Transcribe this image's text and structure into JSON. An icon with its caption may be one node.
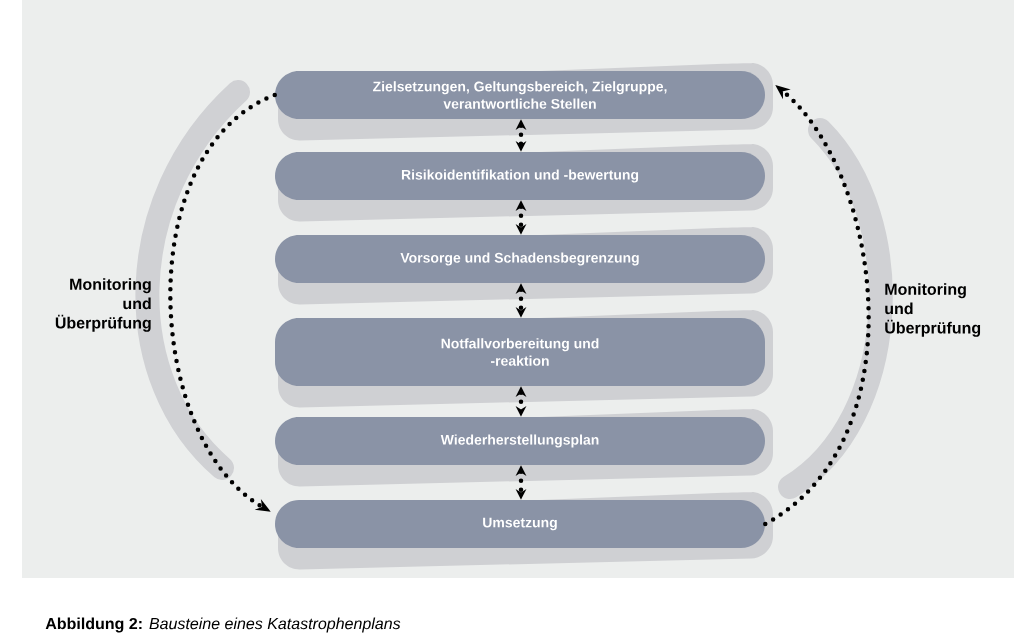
{
  "diagram": {
    "caption": "**Abbildung 2:** *Bausteine eines Katastrophenplans*",
    "nodes": [
      {
        "text": [
          "Zielsetzungen, Geltungsbereich, Zielgruppe, verantwortliche Stellen"
        ]
      },
      {
        "text": [
          "Risikoidentifikation und -bewertung"
        ]
      },
      {
        "text": [
          "Vorsorge und Schadensbegrenzung"
        ]
      },
      {
        "text": [
          "Notfallvorbereitung und -reaktion"
        ]
      },
      {
        "text": [
          "Wiederherstellungsplan"
        ]
      },
      {
        "text": [
          "Umsetzung"
        ]
      }
    ],
    "edges": [
      {
        "from": 0,
        "to": 1,
        "arrow": "both"
      },
      {
        "from": 1,
        "to": 2,
        "arrow": "both"
      },
      {
        "from": 2,
        "to": 3,
        "arrow": "both"
      },
      {
        "from": 3,
        "to": 4,
        "arrow": "both"
      },
      {
        "from": 4,
        "to": 5,
        "arrow": "both"
      },
      {
        "from": 0,
        "to": 5,
        "arrow": "to",
        "label": "Monitoring und Überprüfung"
      },
      {
        "from": 5,
        "to": 0,
        "arrow": "to",
        "label": "Monitoring und Überprüfung"
      }
    ]
  }
}
